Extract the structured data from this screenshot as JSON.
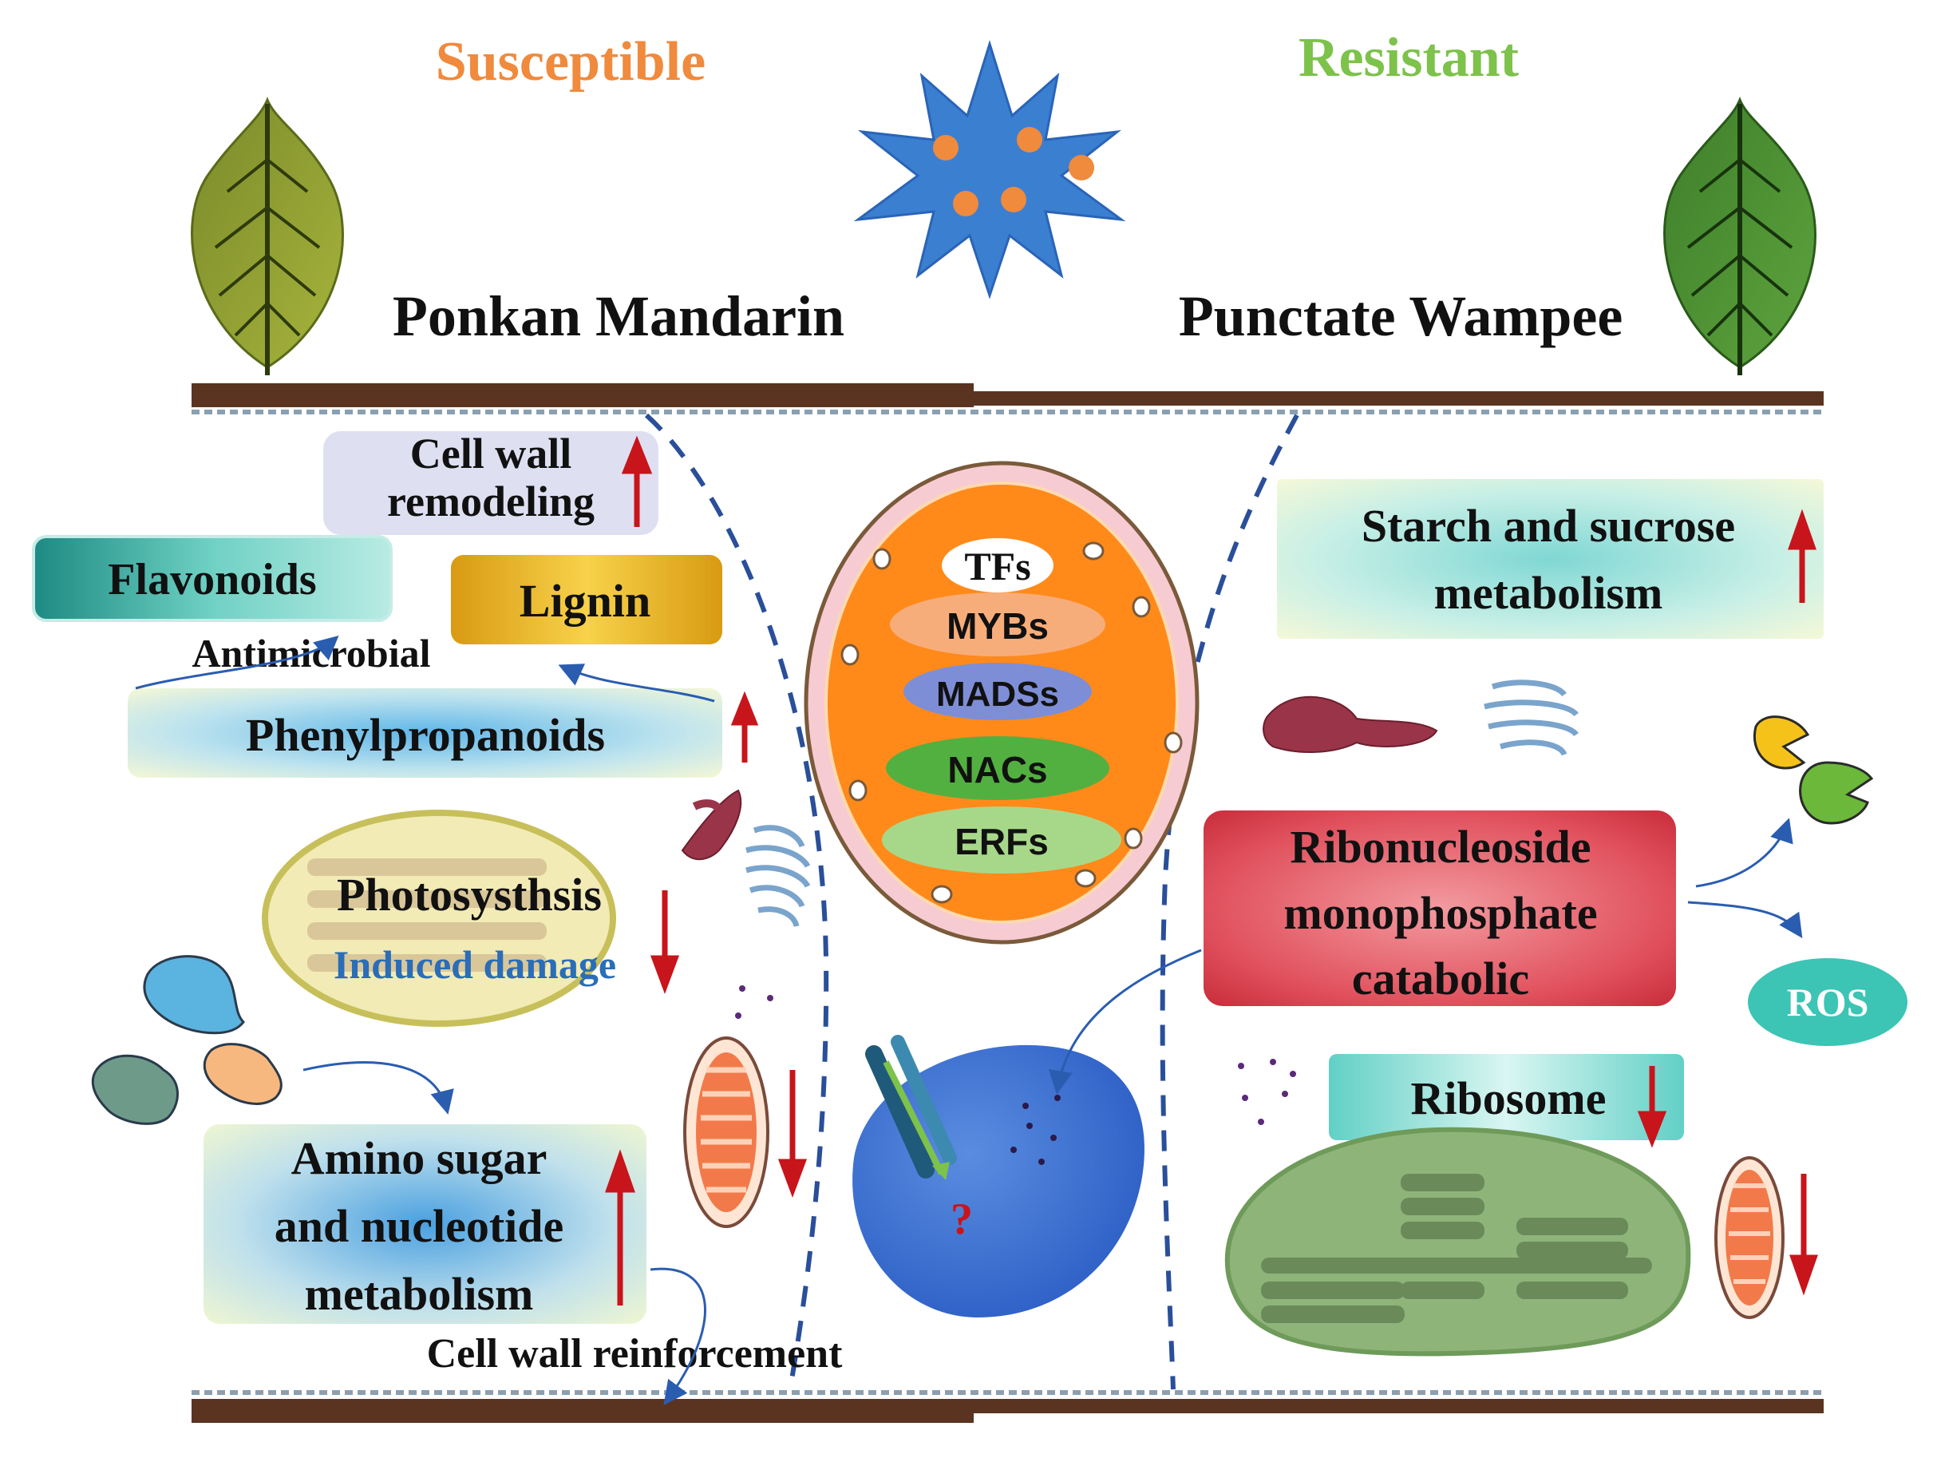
{
  "headers": {
    "susceptible": "Susceptible",
    "resistant": "Resistant"
  },
  "plants": {
    "left": "Ponkan Mandarin",
    "right": "Punctate Wampee"
  },
  "nucleus": {
    "tfs": "TFs",
    "families": [
      "MYBs",
      "MADSs",
      "NACs",
      "ERFs"
    ]
  },
  "left_side": {
    "cell_wall_remodeling": [
      "Cell wall",
      "remodeling"
    ],
    "flavonoids": "Flavonoids",
    "lignin": "Lignin",
    "antimicrobial": "Antimicrobial",
    "phenylpropanoids": "Phenylpropanoids",
    "photosynthesis": "Photosysthsis",
    "induced_damage": "Induced damage",
    "amino_sugar": [
      "Amino sugar",
      "and nucleotide",
      "metabolism"
    ],
    "cell_wall_reinforcement": "Cell wall reinforcement"
  },
  "right_side": {
    "starch": [
      "Starch and sucrose",
      "metabolism"
    ],
    "ribonucleoside": [
      "Ribonucleoside",
      "monophosphate",
      "catabolic"
    ],
    "ros": "ROS",
    "ribosome": "Ribosome"
  },
  "center": {
    "question": "?"
  },
  "colors": {
    "susceptible": "#f08a3c",
    "resistant": "#7dc24a",
    "up_arrow": "#c8141b",
    "flow_arrow": "#2a5db0",
    "membrane": "#5a3420",
    "nucleus_fill": "#ff8a1a",
    "ros_fill": "#3cc4b4"
  }
}
